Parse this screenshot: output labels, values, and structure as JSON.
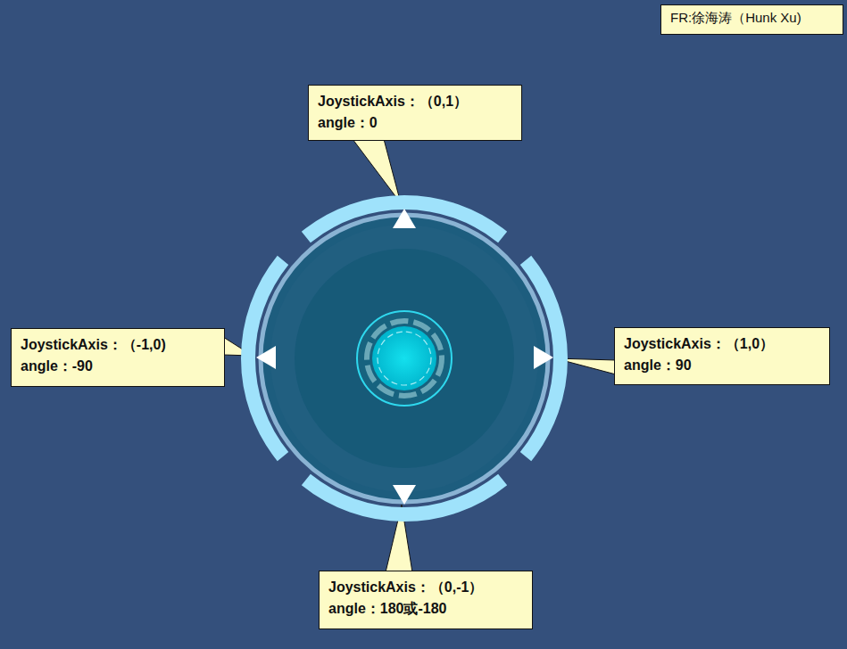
{
  "diagram": {
    "nodes": [
      {
        "text": [
          "FR:徐海涛（Hunk Xu)"
        ]
      },
      {
        "text": [
          "JoystickAxis：（0,1）",
          "angle：0"
        ]
      },
      {
        "text": [
          "JoystickAxis：（-1,0)",
          "angle：-90"
        ]
      },
      {
        "text": [
          "JoystickAxis：（1,0）",
          "angle：90"
        ]
      },
      {
        "text": [
          "JoystickAxis：（0,-1）",
          "angle：180或-180"
        ]
      }
    ]
  }
}
